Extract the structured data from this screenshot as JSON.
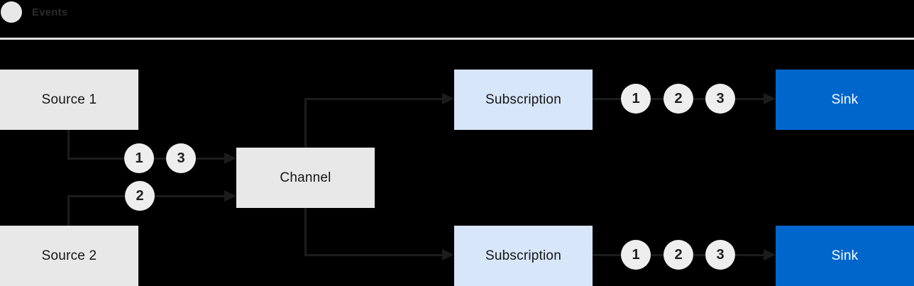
{
  "legend": {
    "swatch_icon": "event-circle-icon",
    "label": "Events"
  },
  "nodes": {
    "source1": {
      "label": "Source 1",
      "type": "source"
    },
    "source2": {
      "label": "Source 2",
      "type": "source"
    },
    "channel": {
      "label": "Channel",
      "type": "channel"
    },
    "subscription_top": {
      "label": "Subscription",
      "type": "subscription"
    },
    "subscription_bottom": {
      "label": "Subscription",
      "type": "subscription"
    },
    "sink_top": {
      "label": "Sink",
      "type": "sink"
    },
    "sink_bottom": {
      "label": "Sink",
      "type": "sink"
    }
  },
  "edges": [
    {
      "from": "source1",
      "to": "channel",
      "events": [
        "1",
        "3"
      ]
    },
    {
      "from": "source2",
      "to": "channel",
      "events": [
        "2"
      ]
    },
    {
      "from": "channel",
      "to": "subscription_top",
      "events": []
    },
    {
      "from": "channel",
      "to": "subscription_bottom",
      "events": []
    },
    {
      "from": "subscription_top",
      "to": "sink_top",
      "events": [
        "1",
        "2",
        "3"
      ]
    },
    {
      "from": "subscription_bottom",
      "to": "sink_bottom",
      "events": [
        "1",
        "2",
        "3"
      ]
    }
  ],
  "colors": {
    "background": "#000000",
    "node_gray": "#e8e8e8",
    "node_light_blue": "#d7e6f8",
    "node_blue": "#0066cc",
    "connector": "#1c1c1c",
    "event_circle": "#eeeeee",
    "divider": "#e0e0e0",
    "label_dark": "#151515",
    "label_light": "#ffffff"
  }
}
